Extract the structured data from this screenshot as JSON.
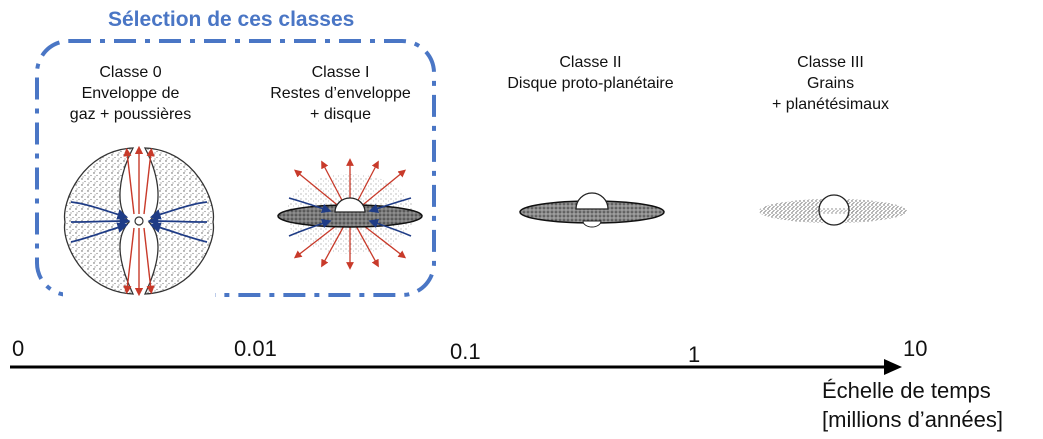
{
  "selection": {
    "title": "Sélection de ces classes",
    "border_color": "#4a76c5"
  },
  "classes": [
    {
      "name": "Classe 0",
      "line2": "Enveloppe de",
      "line3": "gaz + poussières",
      "icon": "envelope-outflow-icon"
    },
    {
      "name": "Classe I",
      "line2": "Restes d’enveloppe",
      "line3": "+ disque",
      "icon": "disk-envelope-icon"
    },
    {
      "name": "Classe II",
      "line2": "Disque proto-planétaire",
      "line3": "",
      "icon": "protoplanetary-disk-icon"
    },
    {
      "name": "Classe III",
      "line2": "Grains",
      "line3": "+ planétésimaux",
      "icon": "debris-disk-icon"
    }
  ],
  "axis": {
    "ticks": [
      "0",
      "0.01",
      "0.1",
      "1",
      "10"
    ],
    "label_line1": "Échelle de temps",
    "label_line2": "[millions d’années]"
  },
  "colors": {
    "outflow": "#c83a2a",
    "infall": "#1f3c86"
  }
}
